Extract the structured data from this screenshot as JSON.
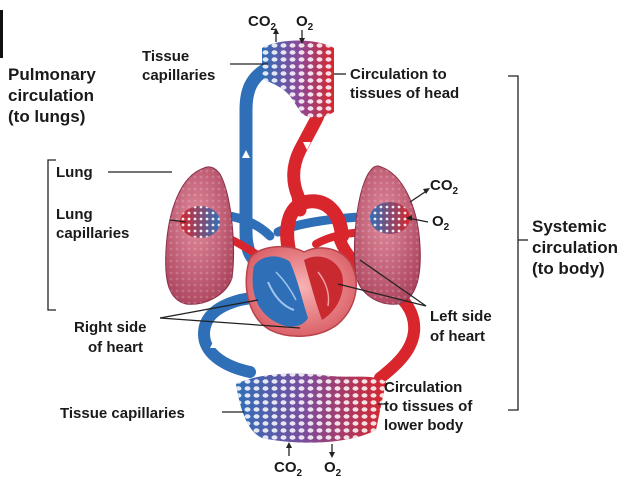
{
  "labels": {
    "pulmonary_line1": "Pulmonary",
    "pulmonary_line2": "circulation",
    "pulmonary_line3": "(to lungs)",
    "tissue_cap_top_line1": "Tissue",
    "tissue_cap_top_line2": "capillaries",
    "head_circ_line1": "Circulation to",
    "head_circ_line2": "tissues of head",
    "lung": "Lung",
    "lung_cap_line1": "Lung",
    "lung_cap_line2": "capillaries",
    "systemic_line1": "Systemic",
    "systemic_line2": "circulation",
    "systemic_line3": "(to body)",
    "right_side_line1": "Right side",
    "right_side_line2": "of heart",
    "left_side_line1": "Left side",
    "left_side_line2": "of heart",
    "tissue_cap_bottom": "Tissue capillaries",
    "lower_circ_line1": "Circulation",
    "lower_circ_line2": "to tissues of",
    "lower_circ_line3": "lower body"
  },
  "gases": {
    "co2_main": "CO",
    "co2_sub": "2",
    "o2_main": "O",
    "o2_sub": "2"
  },
  "colors": {
    "oxygenated": "#d8262c",
    "deoxygenated": "#2f6fb8",
    "lung_tissue": "#c9566e",
    "heart_wall": "#e88c90"
  }
}
